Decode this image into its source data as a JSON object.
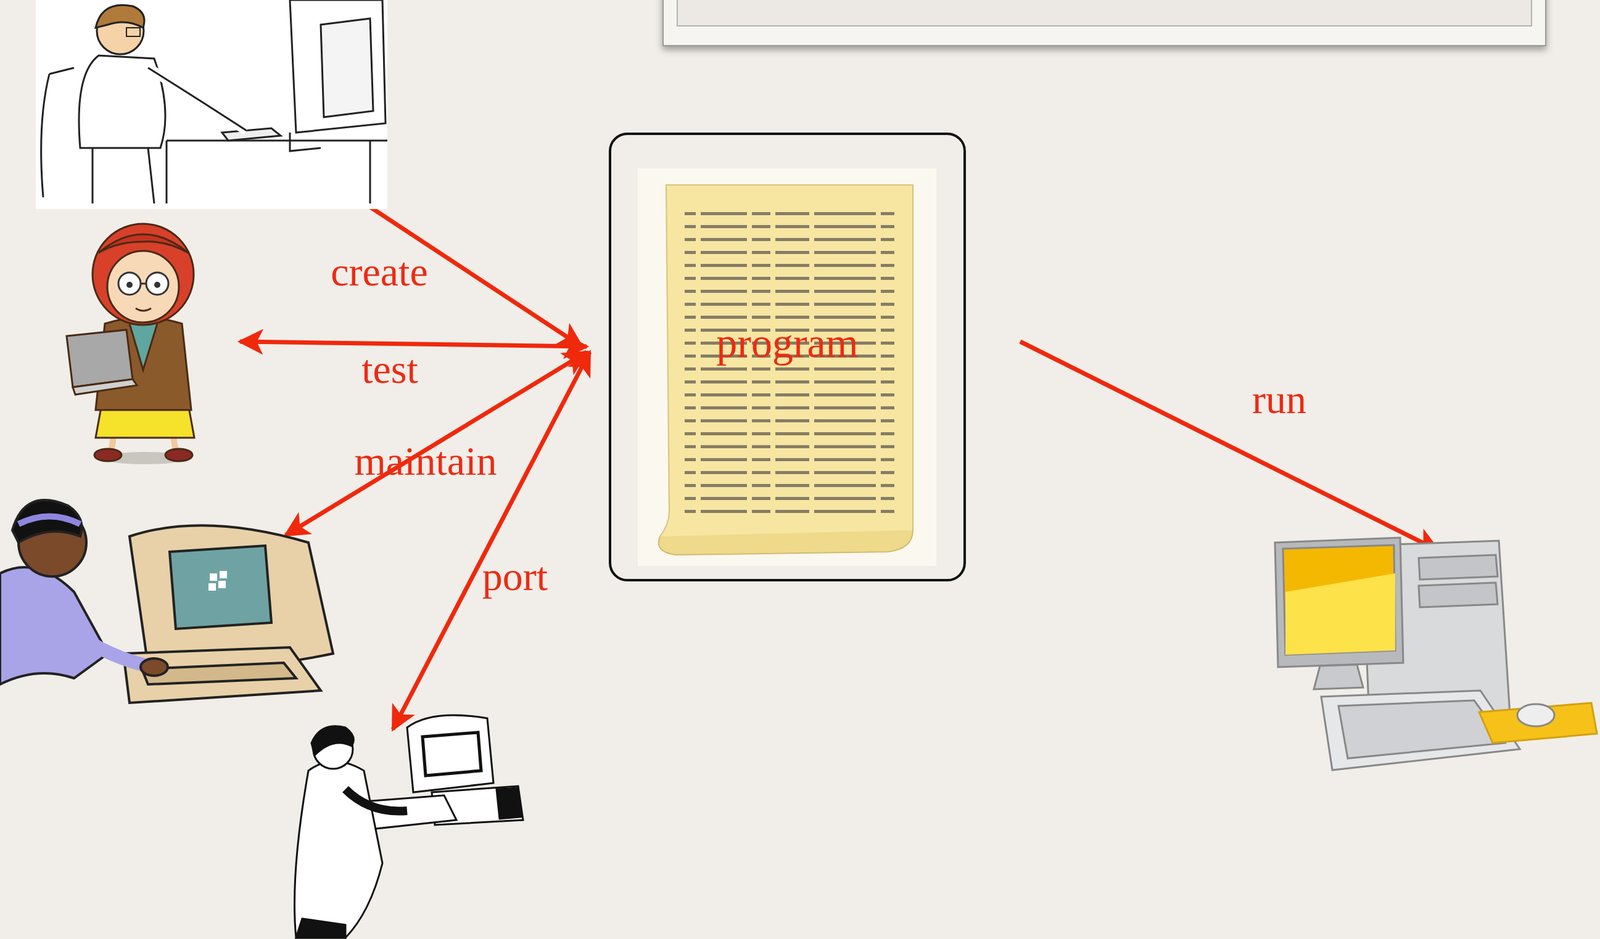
{
  "diagram": {
    "nodes": [
      {
        "text": [
          "program"
        ]
      }
    ],
    "labels": [
      "create",
      "test",
      "maintain",
      "port",
      "run"
    ]
  }
}
